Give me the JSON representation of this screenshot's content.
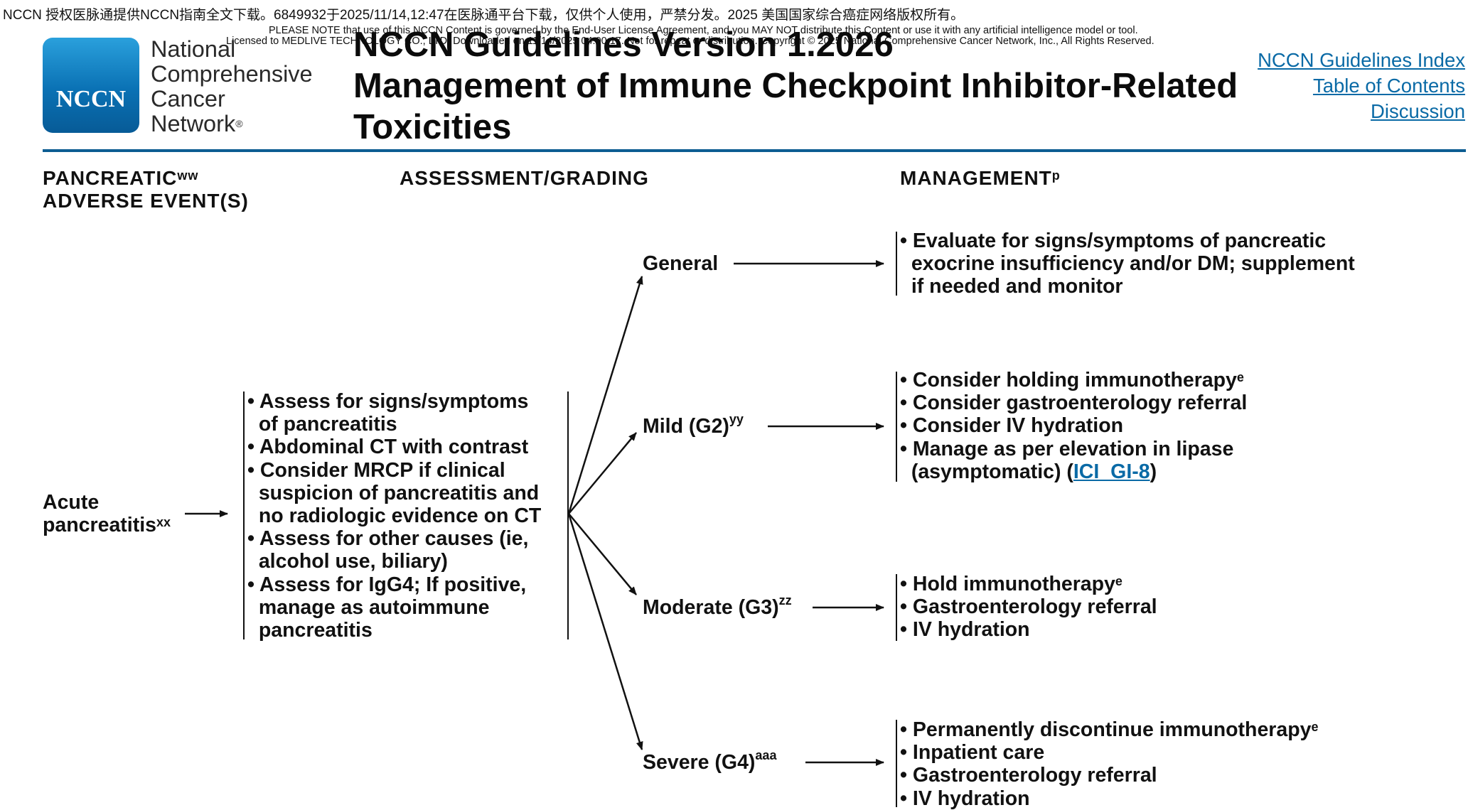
{
  "banner": {
    "notice": "NCCN 授权医脉通提供NCCN指南全文下载。6849932于2025/11/14,12:47在医脉通平台下载，仅供个人使用，严禁分发。2025 美国国家综合癌症网络版权所有。",
    "fine_print_1": "PLEASE NOTE that use of this NCCN Content is governed by the End-User License Agreement, and you MAY NOT distribute this Content or use it with any artificial intelligence model or tool.",
    "fine_print_2": "Licensed to MEDLIVE TECHNOLOGY CO., LTD. Downloaded on 11/14/2025 04:00:17. Not for repeat or distribution. Copyright © 2025 National Comprehensive Cancer Network, Inc., All Rights Reserved."
  },
  "logo": {
    "mark": "NCCN",
    "lines": [
      "National",
      "Comprehensive",
      "Cancer",
      "Network"
    ],
    "registered": "®"
  },
  "header": {
    "title_line1": "NCCN Guidelines Version 1.2026",
    "title_line2": "Management of Immune Checkpoint Inhibitor-Related",
    "title_line3": "Toxicities"
  },
  "nav": {
    "index": "NCCN Guidelines Index",
    "toc": "Table of Contents",
    "discussion": "Discussion"
  },
  "columns": {
    "col1_line1": "PANCREATIC",
    "col1_sup": "ww",
    "col1_line2": "ADVERSE EVENT(S)",
    "col2": "ASSESSMENT/GRADING",
    "col3": "MANAGEMENT",
    "col3_sup": "p"
  },
  "event": {
    "line1": "Acute",
    "line2": "pancreatitis",
    "sup": "xx"
  },
  "assessment": [
    "• Assess for signs/symptoms",
    "  of pancreatitis",
    "• Abdominal CT with contrast",
    "• Consider MRCP if clinical",
    "  suspicion of pancreatitis and",
    "  no radiologic evidence on CT",
    "• Assess for other causes (ie,",
    "  alcohol use, biliary)",
    "• Assess for IgG4; If positive,",
    "  manage as autoimmune",
    "  pancreatitis"
  ],
  "grades": {
    "general": {
      "label": "General",
      "sup": ""
    },
    "mild": {
      "label": "Mild (G2)",
      "sup": "yy"
    },
    "moderate": {
      "label": "Moderate (G3)",
      "sup": "zz"
    },
    "severe": {
      "label": "Severe (G4)",
      "sup": "aaa"
    }
  },
  "management": {
    "general": [
      "• Evaluate for signs/symptoms of pancreatic",
      "  exocrine insufficiency and/or DM; supplement",
      "  if needed and monitor"
    ],
    "mild": {
      "l1": "• Consider holding immunotherapy",
      "l1_sup": "e",
      "l2": "• Consider gastroenterology referral",
      "l3": "• Consider IV hydration",
      "l4": "• Manage as per elevation in lipase",
      "l5_pre": "  (asymptomatic) (",
      "l5_link": "ICI_GI-8",
      "l5_post": ")"
    },
    "moderate": {
      "l1": "• Hold immunotherapy",
      "l1_sup": "e",
      "l2": "• Gastroenterology referral",
      "l3": "• IV hydration"
    },
    "severe": {
      "l1": "• Permanently discontinue immunotherapy",
      "l1_sup": "e",
      "l2": "• Inpatient care",
      "l3": "• Gastroenterology referral",
      "l4": "• IV hydration"
    }
  }
}
